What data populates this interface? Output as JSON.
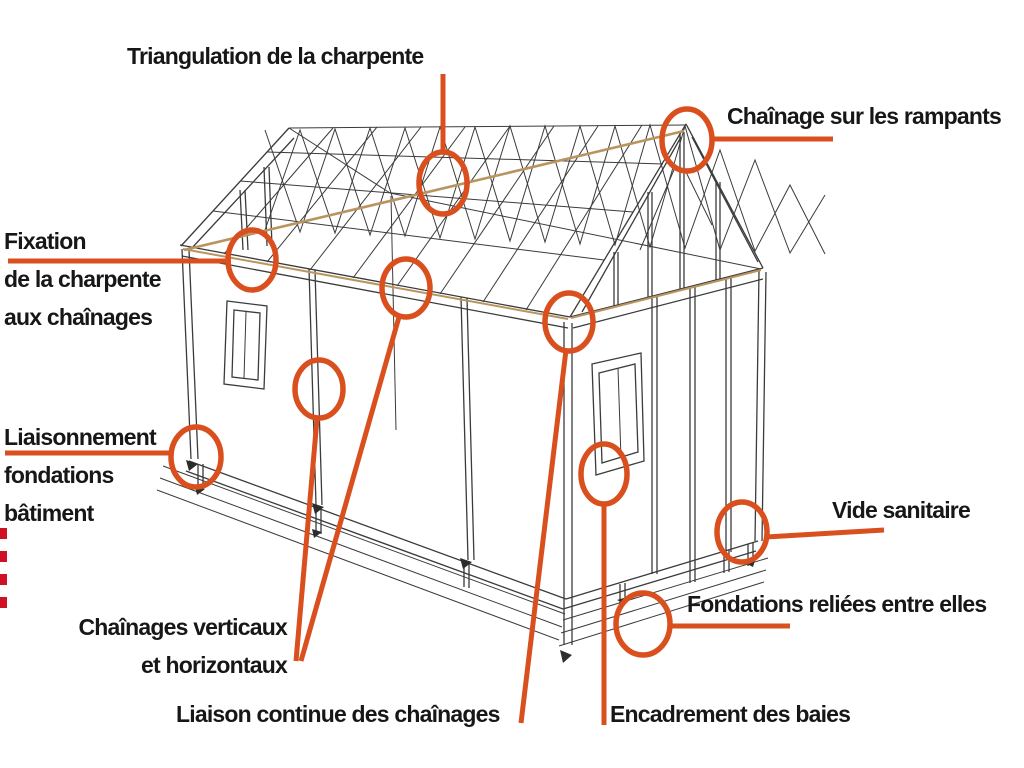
{
  "colors": {
    "accent_orange": "#d9501e",
    "chainage_tan": "#b9945e",
    "dash_red": "#cf1126",
    "text_ink": "#171717",
    "wireframe_line": "#3b3b3b",
    "background": "#ffffff"
  },
  "labels": {
    "triangulation": "Triangulation de la charpente",
    "rampants": "Chaînage sur les rampants",
    "fixation": "Fixation\nde la charpente\naux chaînages",
    "liaisonnement": "Liaisonnement\nfondations\nbâtiment",
    "chainages_vh": "Chaînages verticaux\net horizontaux",
    "liaison_continue": "Liaison continue des chaînages",
    "encadrement": "Encadrement des baies",
    "vide_sanitaire": "Vide sanitaire",
    "fondations": "Fondations reliées entre elles"
  },
  "callouts": [
    {
      "id": "triangulation",
      "target": "roof truss bracing at ridge"
    },
    {
      "id": "rampants",
      "target": "right gable peak"
    },
    {
      "id": "fixation",
      "target": "left eave / roof-to-wall junction"
    },
    {
      "id": "chainages_vh_horizontal",
      "target": "front eave tie beam"
    },
    {
      "id": "chainages_vh_vertical",
      "target": "front wall vertical stud"
    },
    {
      "id": "liaison_continue",
      "target": "front-right top corner"
    },
    {
      "id": "liaisonnement",
      "target": "front-left foundation corner"
    },
    {
      "id": "encadrement",
      "target": "right wall window frame"
    },
    {
      "id": "vide_sanitaire",
      "target": "crawl space posts at right base"
    },
    {
      "id": "fondations",
      "target": "foundation beams at front-right corner"
    }
  ]
}
